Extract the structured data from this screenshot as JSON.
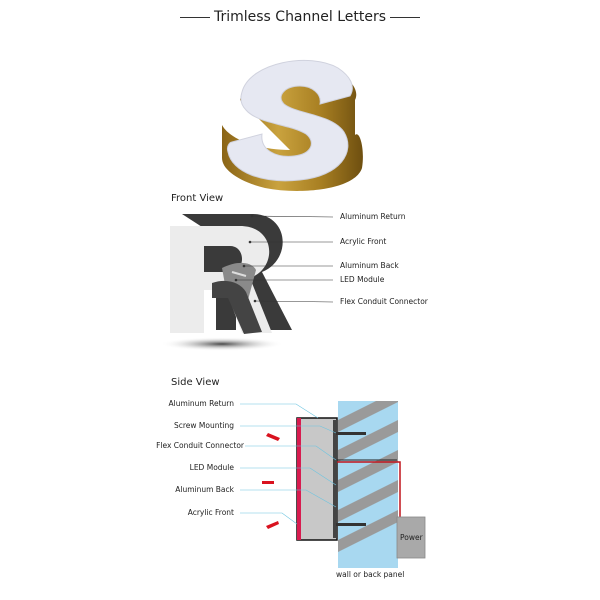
{
  "title": "Trimless Channel Letters",
  "hero": {
    "letter": "S",
    "face_color": "#e6e8f2",
    "return_color": "#b8902e"
  },
  "front_view": {
    "heading": "Front View",
    "letter": "R",
    "labels": [
      {
        "text": "Aluminum Return"
      },
      {
        "text": "Acrylic Front"
      },
      {
        "text": "Aluminum Back"
      },
      {
        "text": "LED Module"
      },
      {
        "text": "Flex Conduit Connector"
      }
    ]
  },
  "side_view": {
    "heading": "Side View",
    "labels": [
      {
        "text": "Aluminum Return"
      },
      {
        "text": "Screw Mounting"
      },
      {
        "text": "Flex Conduit Connector"
      },
      {
        "text": "LED Module"
      },
      {
        "text": "Aluminum Back"
      },
      {
        "text": "Acrylic Front"
      }
    ],
    "power_label": "Power",
    "wall_label": "wall or back panel",
    "colors": {
      "acrylic": "#d81b4f",
      "wall": "#a8d8f0",
      "stripe": "#9a9a9a",
      "body": "#c8c8c8",
      "leader": "#6cc4e0",
      "wire": "#c0141c"
    }
  }
}
